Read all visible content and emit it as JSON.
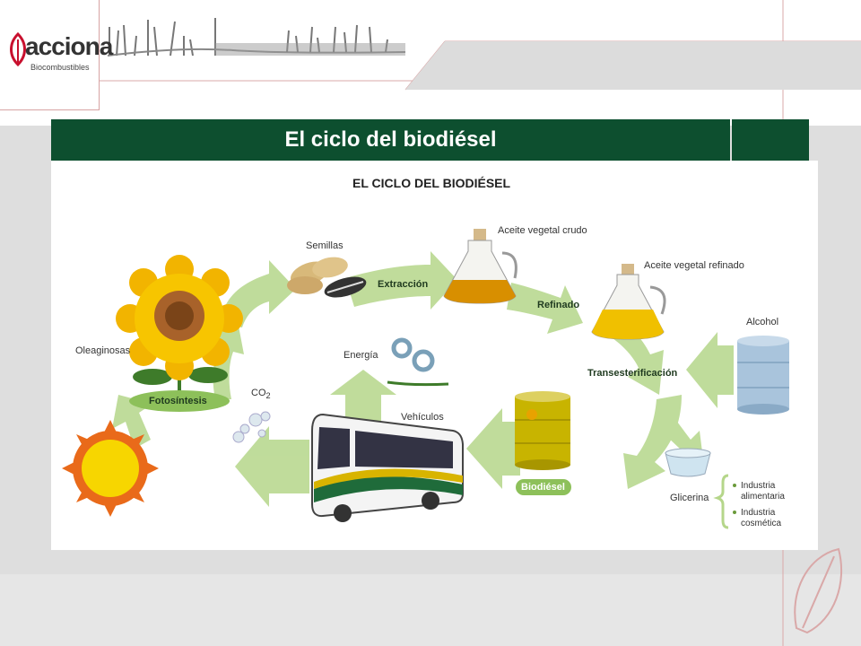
{
  "brand": {
    "name": "acciona",
    "subtitle": "Biocombustibles"
  },
  "slide": {
    "title": "El ciclo del biodiésel"
  },
  "diagram": {
    "heading": "EL CICLO DEL BIODIÉSEL",
    "labels": {
      "semillas": "Semillas",
      "extraccion": "Extracción",
      "aceite_crudo": "Aceite vegetal crudo",
      "refinado": "Refinado",
      "aceite_refinado": "Aceite vegetal refinado",
      "alcohol": "Alcohol",
      "transesterificacion": "Transesterificación",
      "oleaginosas": "Oleaginosas",
      "fotosintesis": "Fotosíntesis",
      "energia": "Energía",
      "co2": "CO",
      "co2_sub": "2",
      "vehiculos": "Vehículos",
      "biodiesel": "Biodiésel",
      "glicerina": "Glicerina",
      "industria_alimentaria_1": "Industria",
      "industria_alimentaria_2": "alimentaria",
      "industria_cosmetica_1": "Industria",
      "industria_cosmetica_2": "cosmética"
    }
  },
  "colors": {
    "title_bar": "#0d4f2f",
    "arrow_green": "#b5d68a",
    "brand_red": "#c8102e"
  }
}
